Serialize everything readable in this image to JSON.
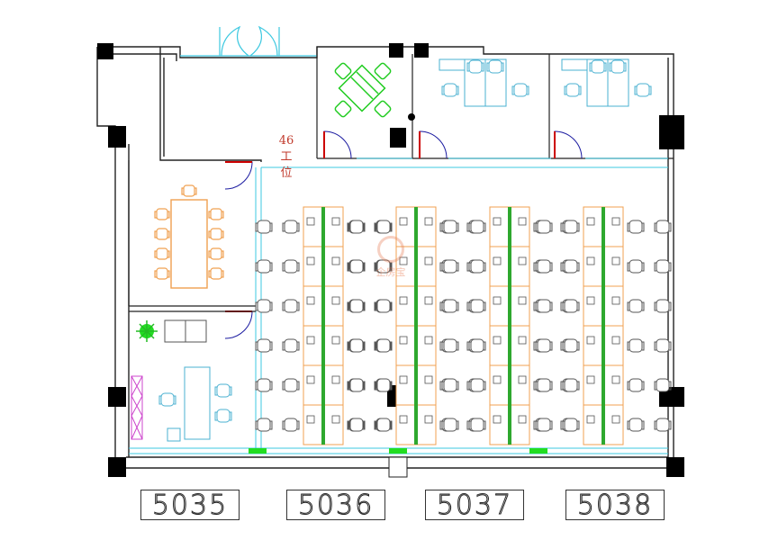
{
  "floor_plan": {
    "workstation_count_label": [
      "46",
      "工",
      "位"
    ],
    "unit_numbers": [
      "5035",
      "5036",
      "5037",
      "5038"
    ],
    "watermark_text": "企房宝",
    "colors": {
      "wall": "#222222",
      "glass": "#3cc8e0",
      "door": "#cc0000",
      "door_swing": "#1a1aa0",
      "desk": "#f0a050",
      "partition": "#2ea82e",
      "chair": "#555555",
      "meeting_chair": "#f0a050",
      "plant": "#22dd22",
      "column": "#000000"
    }
  }
}
